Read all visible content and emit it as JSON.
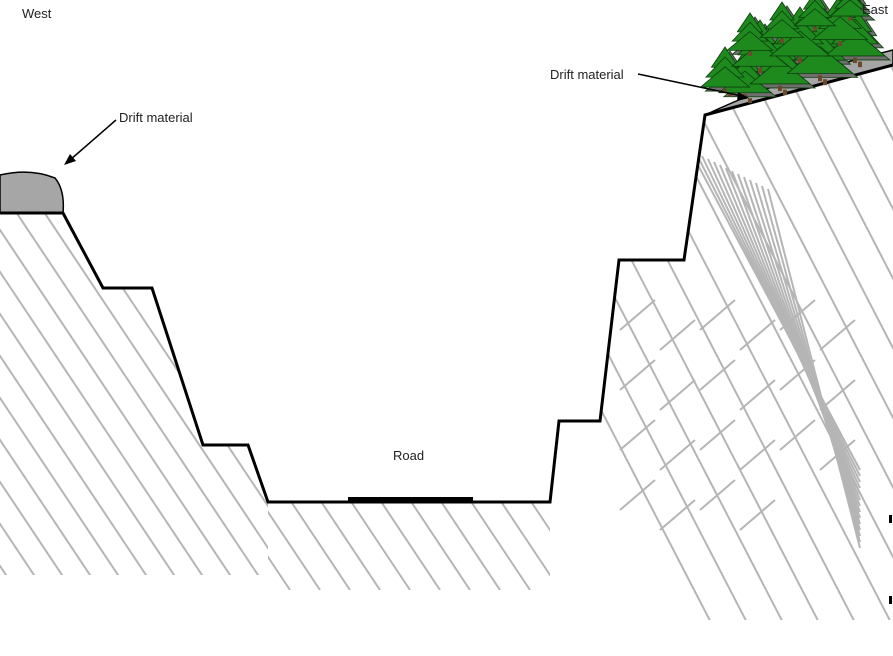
{
  "labels": {
    "west": "West",
    "east": "East",
    "drift_left": "Drift material",
    "drift_right": "Drift material",
    "road": "Road"
  },
  "colors": {
    "ground_line": "#000000",
    "hatch": "#b5b5b5",
    "drift": "#a6a6a6",
    "tree": "#1e8a1e",
    "tree_shadow": "#6e6e6e",
    "label_text": "#222222"
  },
  "icons": {
    "tree": "conifer-tree-icon"
  }
}
